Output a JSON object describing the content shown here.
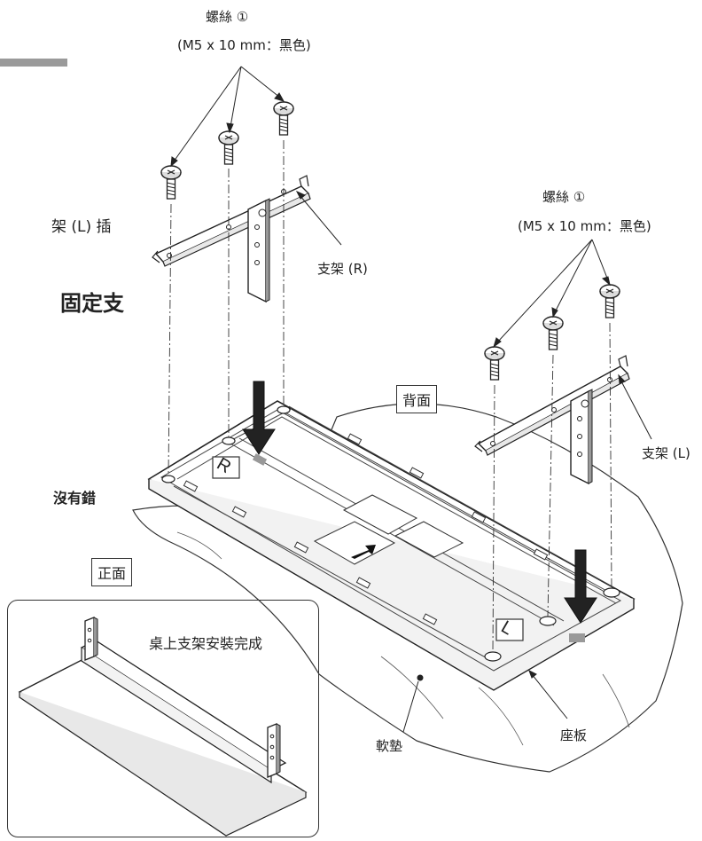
{
  "screw_top": {
    "name": "螺絲 ①",
    "spec": "(M5 x 10 mm：黑色)"
  },
  "screw_right": {
    "name": "螺絲 ①",
    "spec": "(M5 x 10 mm：黑色)"
  },
  "labels": {
    "stand_r": "支架 (R)",
    "stand_l": "支架 (L)",
    "back": "背面",
    "front": "正面",
    "cushion": "軟墊",
    "base": "座板",
    "mark_r": "R",
    "mark_l": "L"
  },
  "left_text": {
    "line1": "架 (L) 插",
    "line2": "固定支",
    "line3": "沒有錯"
  },
  "inset": {
    "caption": "桌上支架安裝完成"
  }
}
